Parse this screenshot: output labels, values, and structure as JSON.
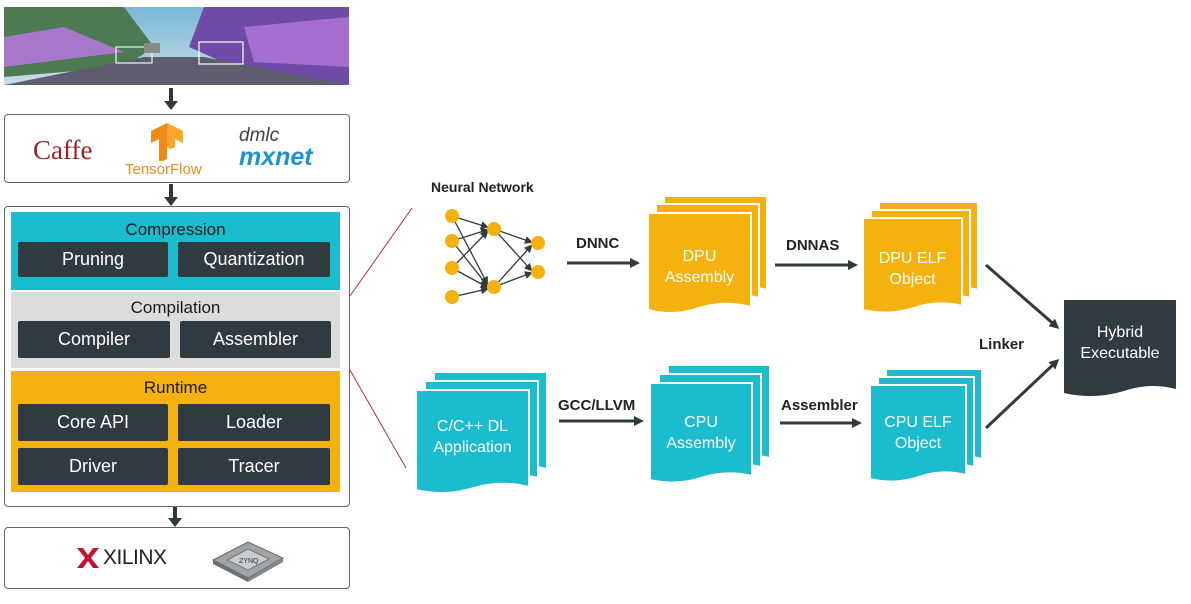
{
  "left": {
    "frameworks": {
      "caffe": "Caffe",
      "tensorflow": "TensorFlow",
      "mxnet_top": "dmlc",
      "mxnet_bottom": "mxnet"
    },
    "compression": {
      "title": "Compression",
      "items": [
        "Pruning",
        "Quantization"
      ]
    },
    "compilation": {
      "title": "Compilation",
      "items": [
        "Compiler",
        "Assembler"
      ]
    },
    "runtime": {
      "title": "Runtime",
      "items": [
        "Core API",
        "Loader",
        "Driver",
        "Tracer"
      ]
    },
    "hardware": {
      "brand": "XILINX",
      "chip_label": "ZYNQ"
    }
  },
  "flow": {
    "neural_network": "Neural Network",
    "dnnc": "DNNC",
    "dpu_assembly": [
      "DPU",
      "Assembly"
    ],
    "dnnas": "DNNAS",
    "dpu_elf": [
      "DPU ELF",
      "Object"
    ],
    "linker": "Linker",
    "hybrid": [
      "Hybrid",
      "Executable"
    ],
    "app": [
      "C/C++ DL",
      "Application"
    ],
    "gcc": "GCC/LLVM",
    "cpu_assembly": [
      "CPU",
      "Assembly"
    ],
    "assembler": "Assembler",
    "cpu_elf": [
      "CPU ELF",
      "Object"
    ]
  },
  "colors": {
    "teal": "#1bbcce",
    "gold": "#f5b20f",
    "dark": "#2f3b40",
    "gray": "#dcdcdc"
  }
}
